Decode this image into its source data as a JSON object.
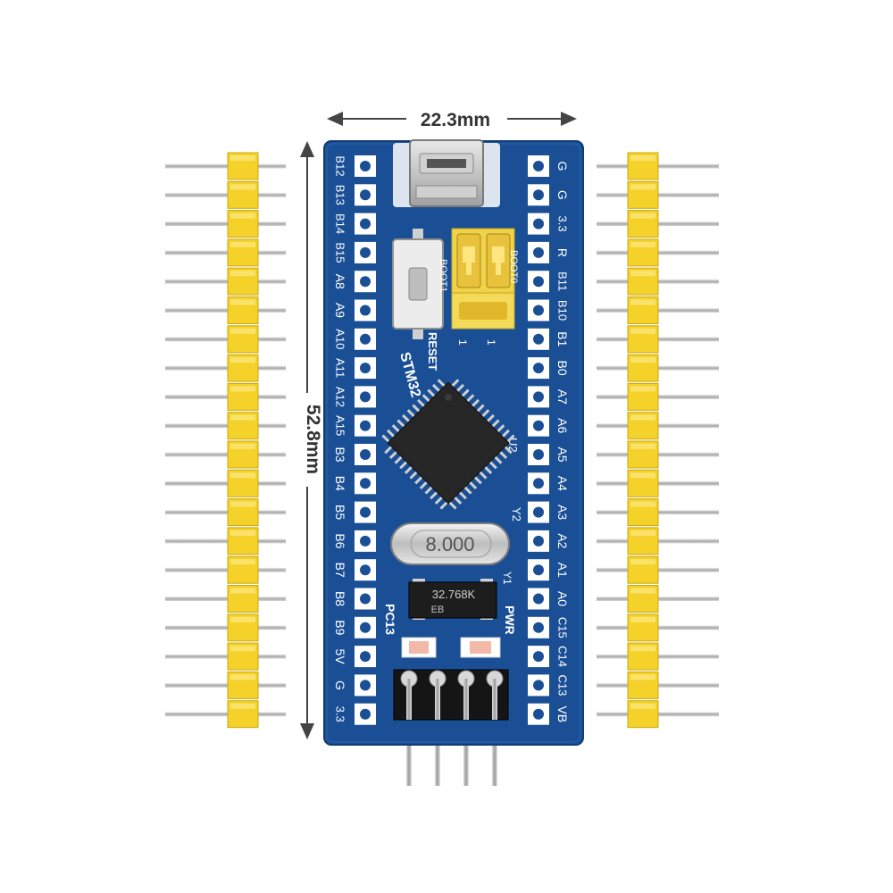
{
  "dimensions": {
    "width_label": "22.3mm",
    "height_label": "52.8mm"
  },
  "board": {
    "left_pins": [
      "B12",
      "B13",
      "B14",
      "B15",
      "A8",
      "A9",
      "A10",
      "A11",
      "A12",
      "A15",
      "B3",
      "B4",
      "B5",
      "B6",
      "B7",
      "B8",
      "B9",
      "5V",
      "G",
      "3.3"
    ],
    "right_pins": [
      "G",
      "G",
      "3.3",
      "R",
      "B11",
      "B10",
      "B1",
      "B0",
      "A7",
      "A6",
      "A5",
      "A4",
      "A3",
      "A2",
      "A1",
      "A0",
      "C15",
      "C14",
      "C13",
      "VB"
    ],
    "silkscreen": {
      "reset": "RESET",
      "stm32": "STM32",
      "boot0": "BOOT0",
      "boot1": "BOOT1",
      "jumper_1a": "1",
      "jumper_1b": "1",
      "u2": "U2",
      "y2": "Y2",
      "y1": "Y1",
      "pc13": "PC13",
      "pwr": "PWR",
      "crystal_main": "8.000",
      "crystal_rtc": "32.768K",
      "crystal_rtc_sub": "EB"
    },
    "colors": {
      "pcb": "#1a4f96",
      "header": "#f4d22a",
      "silk": "#ffffff"
    }
  }
}
